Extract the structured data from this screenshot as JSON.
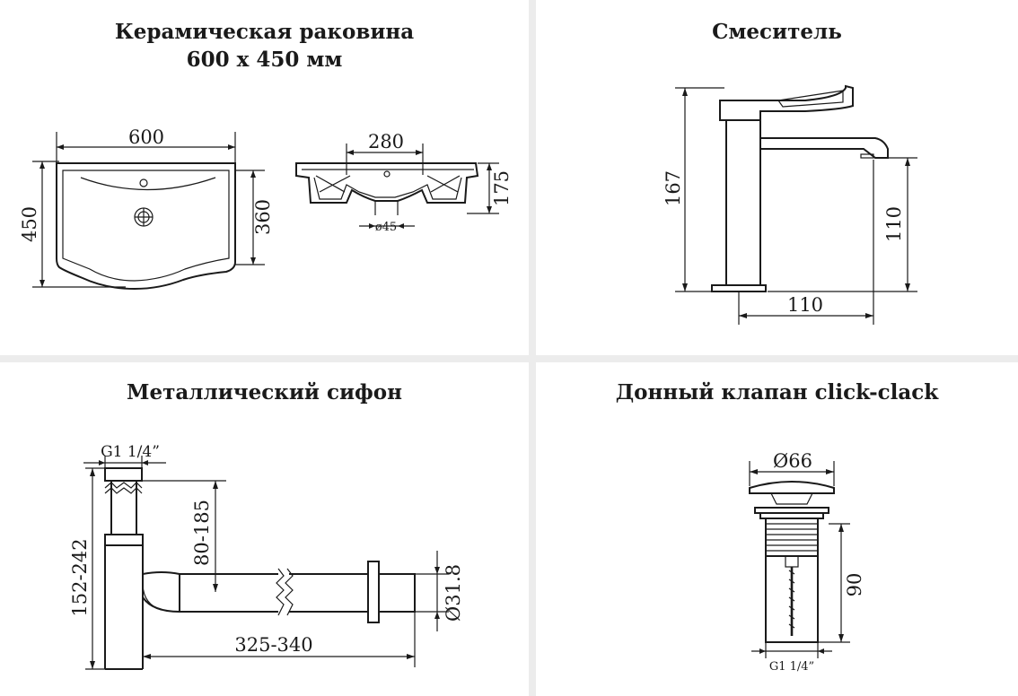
{
  "panels": [
    {
      "title_lines": [
        "Керамическая раковина",
        "600 х 450 мм"
      ],
      "dims": {
        "width": "600",
        "height": "450",
        "bowl_depth": "360",
        "hole_spacing": "280",
        "side_height": "175",
        "drain": "ø45"
      }
    },
    {
      "title_lines": [
        "Смеситель"
      ],
      "dims": {
        "height": "167",
        "spout_height": "110",
        "spout_reach": "110"
      }
    },
    {
      "title_lines": [
        "Металлический сифон"
      ],
      "dims": {
        "thread": "G1 1/4”",
        "height_range": "152-242",
        "outlet_height": "80-185",
        "length_range": "325-340",
        "diameter": "Ø31.8"
      }
    },
    {
      "title_lines": [
        "Донный клапан click-clack"
      ],
      "dims": {
        "cap_diameter": "Ø66",
        "height": "90",
        "thread": "G1 1/4”"
      }
    }
  ]
}
